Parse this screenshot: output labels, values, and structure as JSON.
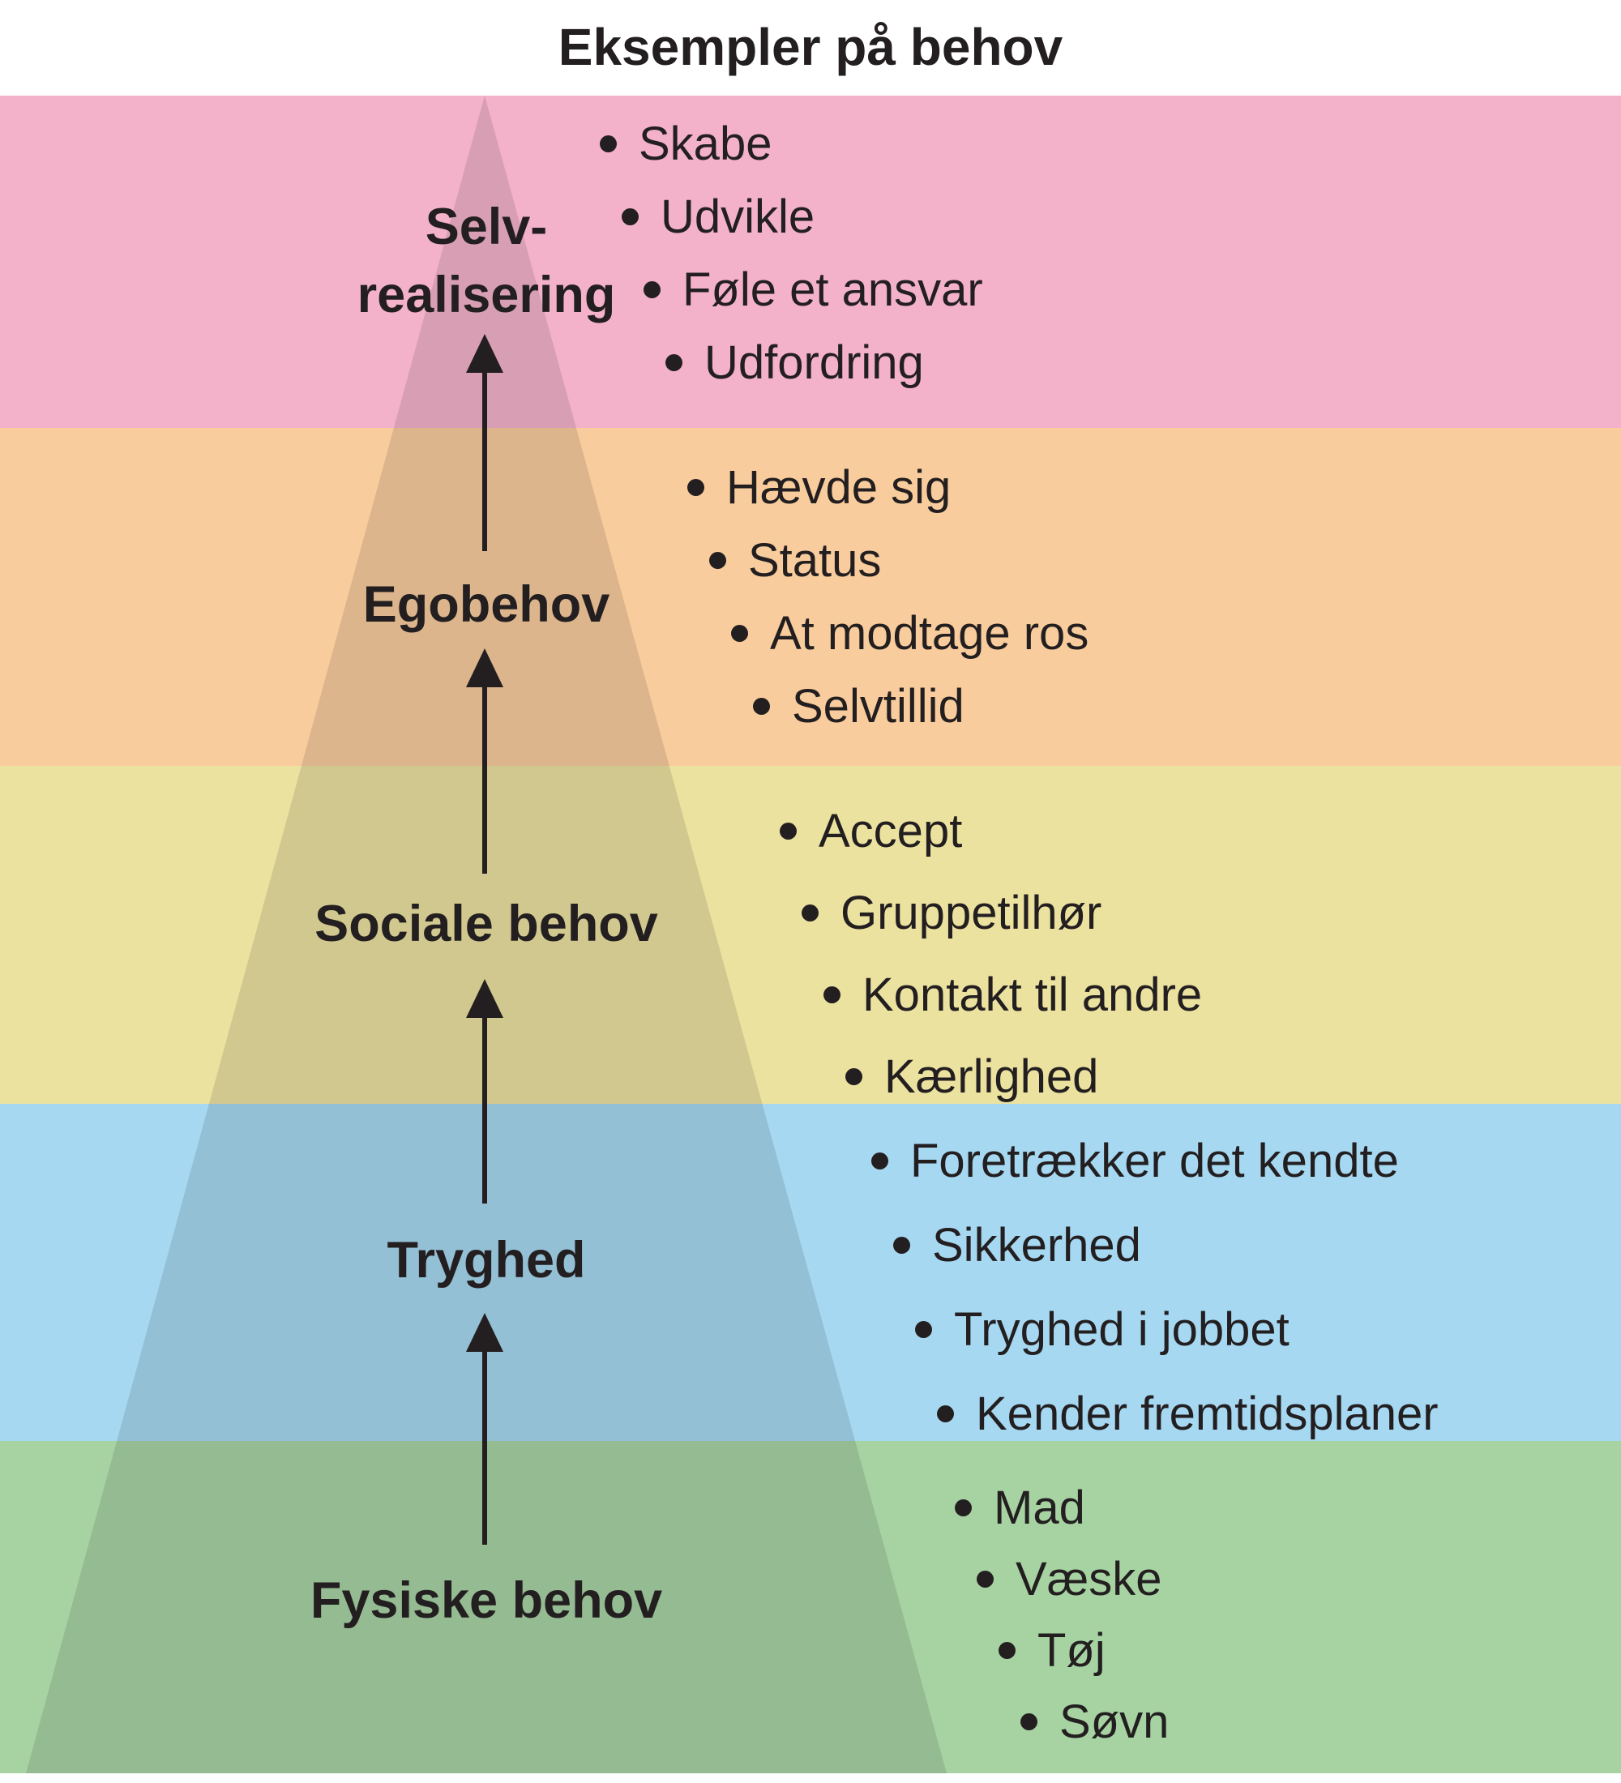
{
  "title": "Eksempler på behov",
  "text_color": "#231f20",
  "pyramid_overlay_color": "rgba(35,35,40,0.135)",
  "levels": [
    {
      "name": "selvrealisering",
      "label_line1": "Selv-",
      "label_line2": "realisering",
      "color": "#f3b1ca",
      "bullets": [
        "Skabe",
        "Udvikle",
        "Føle et ansvar",
        "Udfordring"
      ]
    },
    {
      "name": "egobehov",
      "label_line1": "Egobehov",
      "color": "#f8cc9c",
      "bullets": [
        "Hævde sig",
        "Status",
        "At modtage ros",
        "Selvtillid"
      ]
    },
    {
      "name": "sociale-behov",
      "label_line1": "Sociale behov",
      "color": "#ece2a0",
      "bullets": [
        "Accept",
        "Gruppetilhør",
        "Kontakt til andre",
        "Kærlighed"
      ]
    },
    {
      "name": "tryghed",
      "label_line1": "Tryghed",
      "color": "#a6d8f2",
      "bullets": [
        "Foretrækker det kendte",
        "Sikkerhed",
        "Tryghed i jobbet",
        "Kender fremtidsplaner"
      ]
    },
    {
      "name": "fysiske-behov",
      "label_line1": "Fysiske behov",
      "color": "#a7d3a3",
      "bullets": [
        "Mad",
        "Væske",
        "Tøj",
        "Søvn"
      ]
    }
  ]
}
